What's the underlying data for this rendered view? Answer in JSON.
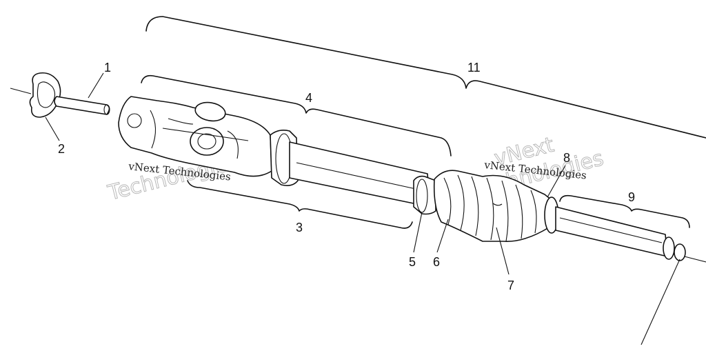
{
  "callouts": {
    "c1": "1",
    "c2": "2",
    "c3": "3",
    "c4": "4",
    "c5": "5",
    "c6": "6",
    "c7": "7",
    "c8": "8",
    "c9": "9",
    "c11": "11"
  },
  "watermarks": {
    "line1": "vNext Technologies",
    "line2": "vNext Technologies",
    "big1": "vNext",
    "big2": "Technologies",
    "big3": "vNext",
    "big4": "Technologies"
  },
  "colors": {
    "ink": "#111111",
    "watermark": "#b8b8b8",
    "background": "#ffffff"
  }
}
